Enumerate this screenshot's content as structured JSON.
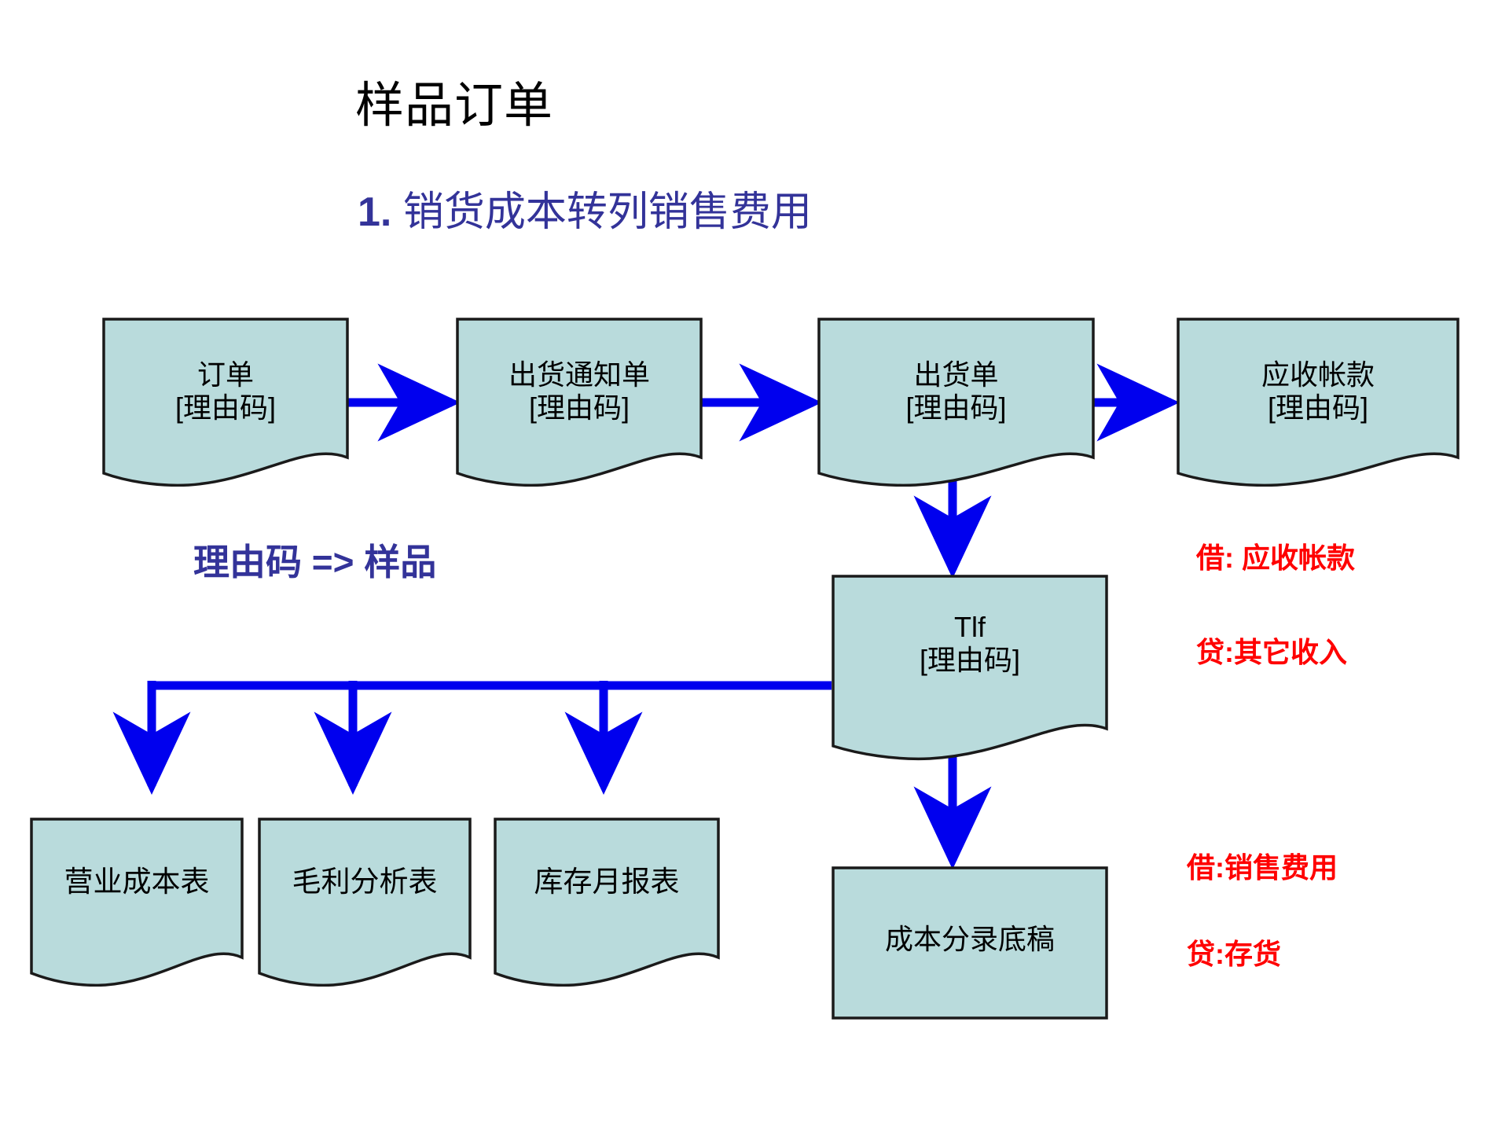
{
  "page": {
    "title": "样品订单",
    "subtitle_number": "1.",
    "subtitle_text": "销货成本转列销售费用",
    "note": "理由码 => 样品",
    "colors": {
      "box_fill": "#b9dbdc",
      "box_stroke": "#1a1a1a",
      "arrow": "#0000ee",
      "heading_blue": "#333399",
      "annotation_red": "#ff0000",
      "title_black": "#000000",
      "background": "#ffffff"
    }
  },
  "flow": {
    "row_top": [
      {
        "name": "order",
        "line1": "订单",
        "line2": "[理由码]"
      },
      {
        "name": "shipping-notice",
        "line1": "出货通知单",
        "line2": "[理由码]"
      },
      {
        "name": "shipping-order",
        "line1": "出货单",
        "line2": "[理由码]"
      },
      {
        "name": "accounts-receivable",
        "line1": "应收帐款",
        "line2": "[理由码]"
      }
    ],
    "middle": {
      "name": "tlf",
      "line1": "Tlf",
      "line2": "[理由码]"
    },
    "bottom_reports": [
      {
        "name": "operating-cost-report",
        "line1": "营业成本表",
        "line2": ""
      },
      {
        "name": "gross-profit-analysis-report",
        "line1": "毛利分析表",
        "line2": ""
      },
      {
        "name": "inventory-monthly-report",
        "line1": "库存月报表",
        "line2": ""
      }
    ],
    "bottom_right": {
      "name": "cost-entry-draft",
      "line1": "成本分录底稿",
      "line2": ""
    }
  },
  "annotations": [
    {
      "name": "debit-accounts-receivable",
      "text": "借: 应收帐款"
    },
    {
      "name": "credit-other-income",
      "text": "贷:其它收入"
    },
    {
      "name": "debit-selling-expense",
      "text": "借:销售费用"
    },
    {
      "name": "credit-inventory",
      "text": "贷:存货"
    }
  ]
}
